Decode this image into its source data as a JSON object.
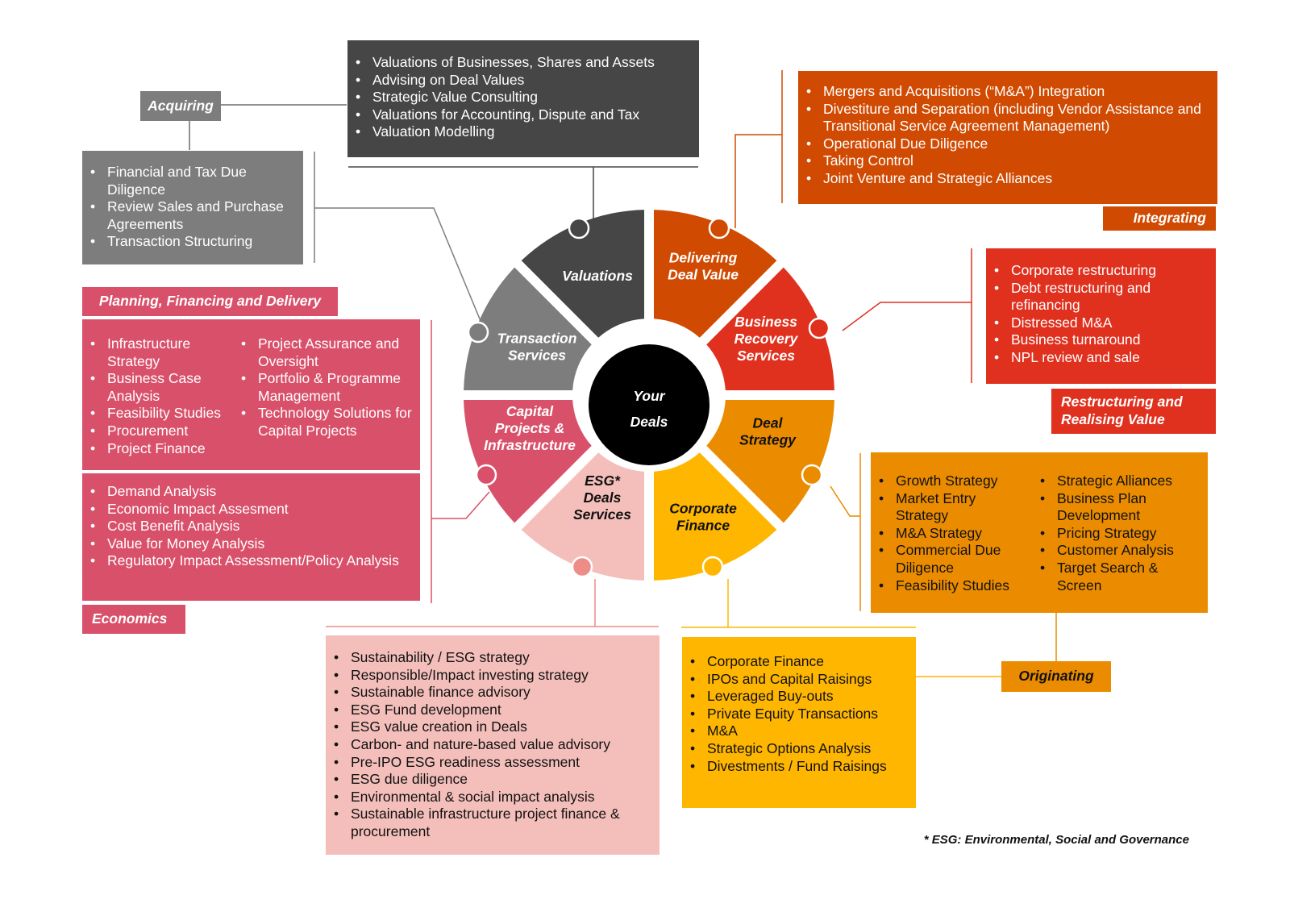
{
  "center": {
    "line1": "Your",
    "line2": "Deals"
  },
  "colors": {
    "valuations": "#464646",
    "transaction": "#7d7d7d",
    "capital": "#d9506a",
    "esg": "#f4bfbb",
    "esg_dot": "#ee8c87",
    "corporate": "#ffb600",
    "strategy": "#eb8c00",
    "recovery": "#e0301e",
    "delivering": "#d04a02",
    "center": "#000000"
  },
  "segments": [
    {
      "id": "valuations",
      "lines": [
        "Valuations"
      ]
    },
    {
      "id": "delivering",
      "lines": [
        "Delivering",
        "Deal Value"
      ]
    },
    {
      "id": "recovery",
      "lines": [
        "Business",
        "Recovery",
        "Services"
      ]
    },
    {
      "id": "strategy",
      "lines": [
        "Deal",
        "Strategy"
      ]
    },
    {
      "id": "corporate",
      "lines": [
        "Corporate",
        "Finance"
      ]
    },
    {
      "id": "esg",
      "lines": [
        "ESG*",
        "Deals",
        "Services"
      ]
    },
    {
      "id": "capital",
      "lines": [
        "Capital",
        "Projects &",
        "Infrastructure"
      ]
    },
    {
      "id": "transaction",
      "lines": [
        "Transaction",
        "Services"
      ]
    }
  ],
  "groups": {
    "acquiring": "Acquiring",
    "integrating": "Integrating",
    "restructuring": [
      "Restructuring and",
      "Realising Value"
    ],
    "originating": "Originating",
    "planning": "Planning, Financing and Delivery",
    "economics": "Economics"
  },
  "valuations_items": [
    "Valuations of Businesses, Shares and Assets",
    "Advising on Deal Values",
    "Strategic Value Consulting",
    "Valuations for Accounting, Dispute and Tax",
    "Valuation Modelling"
  ],
  "transaction_items": [
    "Financial and Tax Due Diligence",
    "Review Sales and Purchase Agreements",
    "Transaction Structuring"
  ],
  "delivering_items": [
    "Mergers and Acquisitions (“M&A”) Integration",
    "Divestiture and Separation (including Vendor Assistance and Transitional Service Agreement Management)",
    "Operational Due Diligence",
    "Taking Control",
    "Joint Venture and Strategic Alliances"
  ],
  "recovery_items": [
    "Corporate restructuring",
    "Debt restructuring and refinancing",
    "Distressed M&A",
    "Business turnaround",
    "NPL review and sale"
  ],
  "strategy_items_left": [
    "Growth Strategy",
    "Market Entry Strategy",
    "M&A Strategy",
    "Commercial Due Diligence",
    "Feasibility Studies"
  ],
  "strategy_items_right": [
    "Strategic Alliances",
    "Business Plan Development",
    "Pricing Strategy",
    "Customer Analysis",
    "Target Search & Screen"
  ],
  "corporate_items": [
    "Corporate Finance",
    "IPOs and Capital Raisings",
    "Leveraged Buy-outs",
    "Private Equity Transactions",
    "M&A",
    "Strategic Options Analysis",
    "Divestments / Fund Raisings"
  ],
  "esg_items": [
    "Sustainability / ESG strategy",
    "Responsible/Impact investing strategy",
    "Sustainable finance advisory",
    "ESG Fund development",
    "ESG value creation in Deals",
    "Carbon- and nature-based value advisory",
    "Pre-IPO ESG readiness assessment",
    "ESG due diligence",
    "Environmental & social impact analysis",
    "Sustainable infrastructure project finance & procurement"
  ],
  "planning_items_left": [
    "Infrastructure Strategy",
    "Business Case Analysis",
    "Feasibility Studies",
    "Procurement",
    "Project Finance"
  ],
  "planning_items_right": [
    "Project Assurance and Oversight",
    "Portfolio & Programme Management",
    "Technology Solutions for Capital Projects"
  ],
  "economics_items": [
    "Demand Analysis",
    "Economic Impact Assesment",
    "Cost Benefit Analysis",
    "Value for Money Analysis",
    "Regulatory Impact Assessment/Policy Analysis"
  ],
  "footnote": "* ESG: Environmental, Social and Governance"
}
